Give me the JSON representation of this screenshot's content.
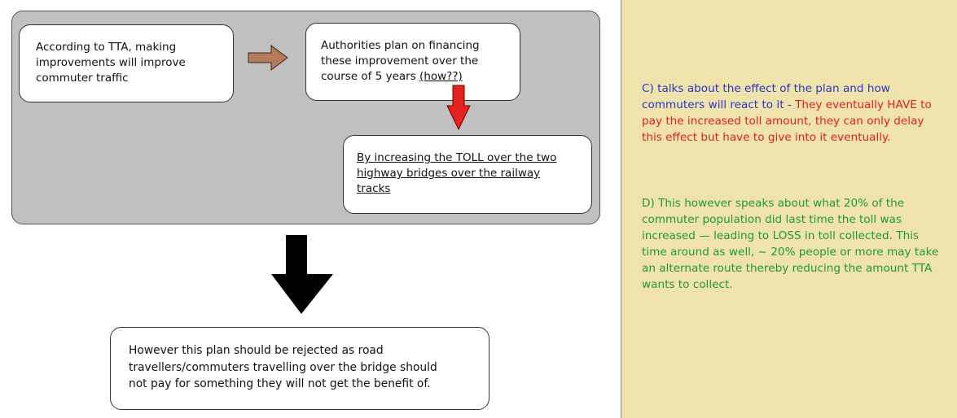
{
  "boxes": {
    "premise": {
      "text": [
        "According to TTA, making",
        "improvements will improve",
        "commuter traffic"
      ]
    },
    "plan": {
      "line1": "Authorities plan on financing",
      "line2": "these improvement over the",
      "line3_prefix": "course of 5 years ",
      "line3_link": "(how??)"
    },
    "method": {
      "text": [
        "By increasing the TOLL over the two",
        "highway bridges over the railway",
        "tracks"
      ]
    },
    "conclusion": {
      "text": [
        "However this plan should be rejected as road",
        "travellers/commuters travelling over the bridge should",
        "not pay for something they will not get the benefit of."
      ]
    }
  },
  "notes": {
    "c_intro": "C) talks about the effect of the plan and how commuters will react to it - ",
    "c_detail": "They eventually HAVE to pay the increased toll amount, they can only delay this effect but have to give into it eventually.",
    "d_text": "D) This however speaks about what 20% of the commuter population did last time the toll was increased — leading to LOSS in toll collected. This time around as well, ~ 20% people or more may take an alternate route thereby reducing the amount TTA wants to collect."
  },
  "colors": {
    "panel_grey": "#c0c0c0",
    "side_bg": "#efe3ab",
    "arrow_brown": "#b47a5c",
    "arrow_red": "#e4231f",
    "arrow_black": "#000000",
    "note_blue": "#2b35c6",
    "note_red": "#e02020",
    "note_green": "#1f9a2f"
  }
}
